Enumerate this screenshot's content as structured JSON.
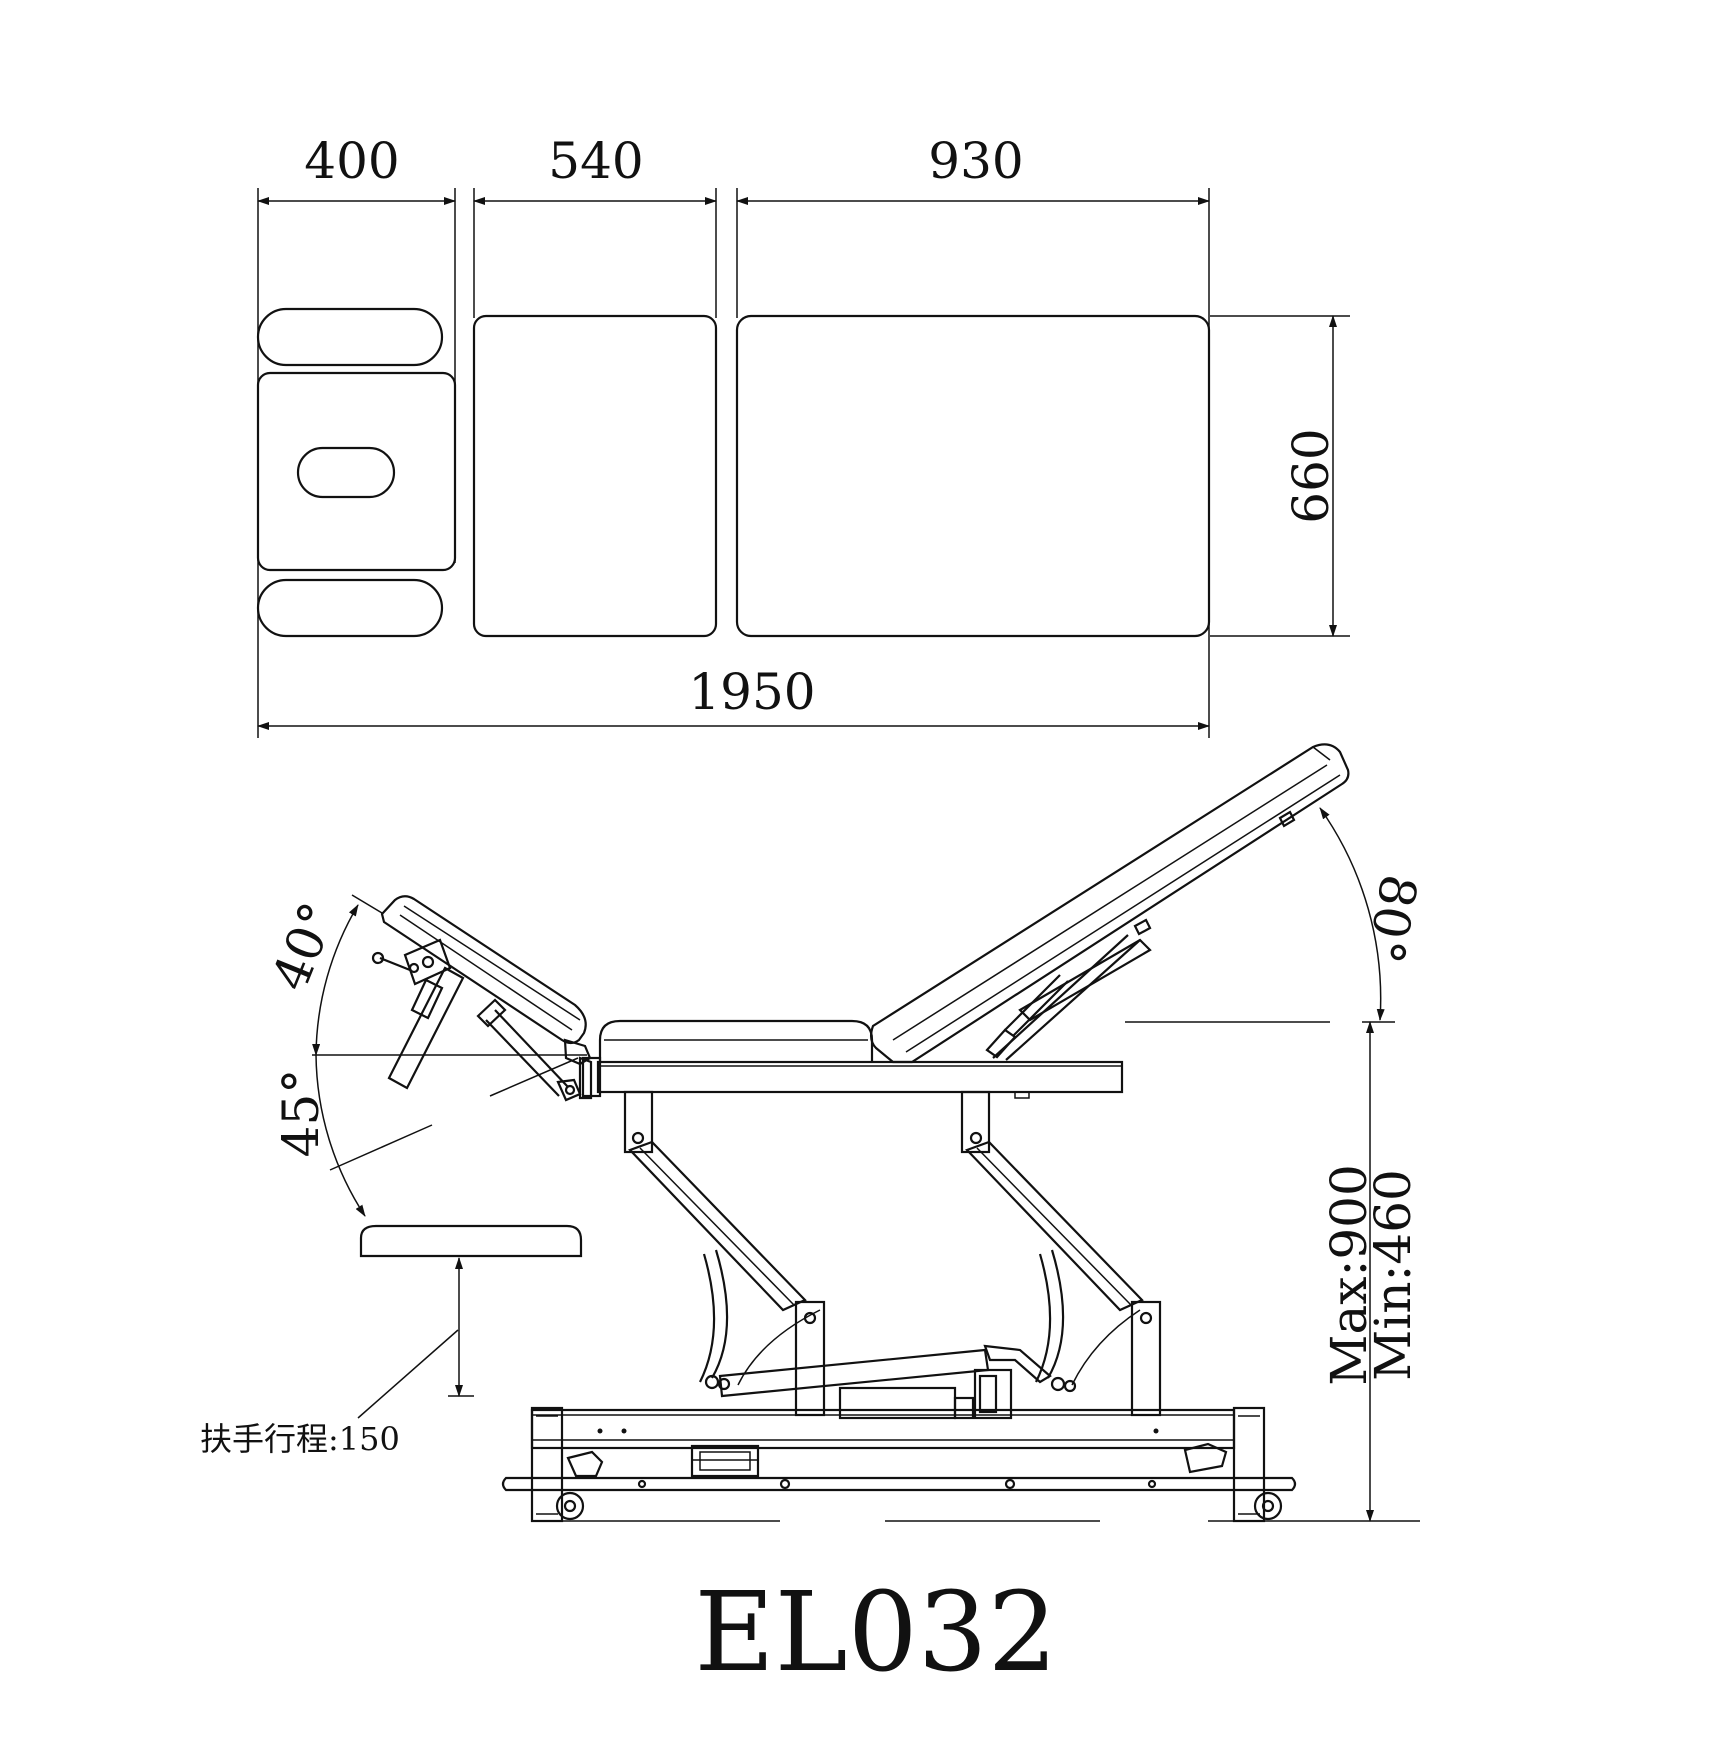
{
  "top_view": {
    "dim_head": "400",
    "dim_middle": "540",
    "dim_foot": "930",
    "dim_width": "660",
    "dim_total": "1950"
  },
  "side_view": {
    "angle_head_up": "40°",
    "angle_head_down": "45°",
    "angle_backrest": "80°",
    "height_max": "Max:900",
    "height_min": "Min:460",
    "armrest_travel": "扶手行程:150"
  },
  "model": "EL032"
}
